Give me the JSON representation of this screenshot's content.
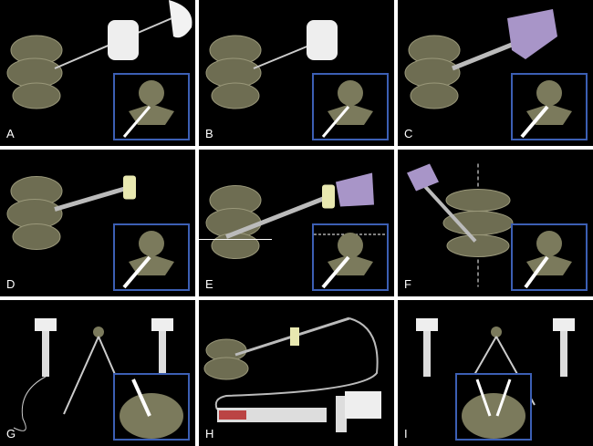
{
  "panels": [
    {
      "label": "A",
      "inset": true
    },
    {
      "label": "B",
      "inset": true
    },
    {
      "label": "C",
      "inset": true
    },
    {
      "label": "D",
      "inset": true
    },
    {
      "label": "E",
      "inset": true
    },
    {
      "label": "F",
      "inset": true
    },
    {
      "label": "G",
      "inset": true
    },
    {
      "label": "H",
      "inset": false
    },
    {
      "label": "I",
      "inset": true
    }
  ],
  "colors": {
    "bone": "#7b7a5c",
    "inset_border": "#3c5fb4",
    "handle": "#e8e8e8",
    "purple": "#a895c8",
    "yellow": "#e8e8b0"
  }
}
